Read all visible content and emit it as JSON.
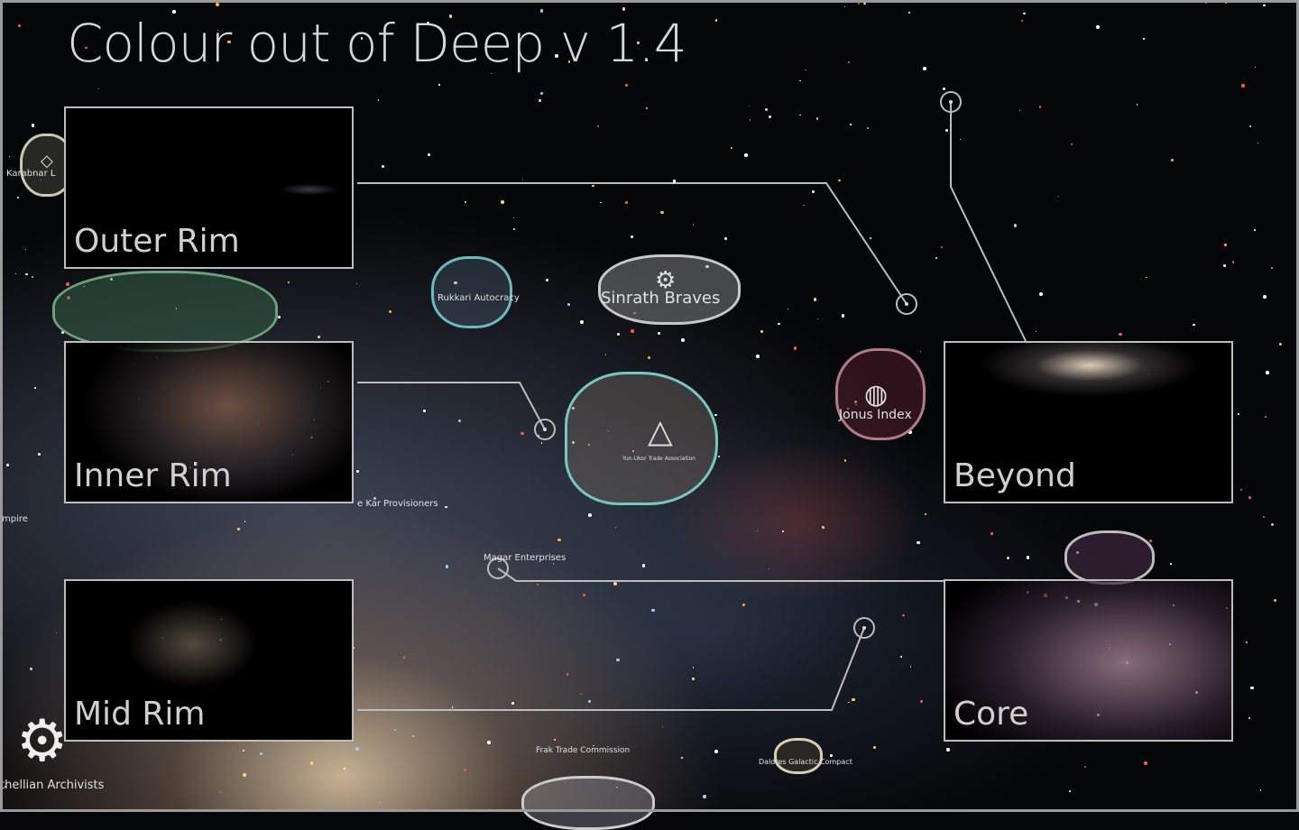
{
  "title": "Colour out of Deep v 1.4",
  "regions": [
    {
      "id": "outer",
      "label": "Outer Rim"
    },
    {
      "id": "inner",
      "label": "Inner Rim"
    },
    {
      "id": "mid",
      "label": "Mid Rim"
    },
    {
      "id": "beyond",
      "label": "Beyond"
    },
    {
      "id": "core",
      "label": "Core"
    }
  ],
  "factions": [
    "Karabnar L",
    "Rukkari Autocracy",
    "Sinrath Braves",
    "Jonus Index",
    "Yun-Ukor Trade Association",
    "e Kar Provisioners",
    "Magar Enterprises",
    "mpire",
    "thellian Archivists",
    "Frak Trade Commission",
    "Daldres Galactic Compact"
  ],
  "settings_icon": "gear-icon"
}
